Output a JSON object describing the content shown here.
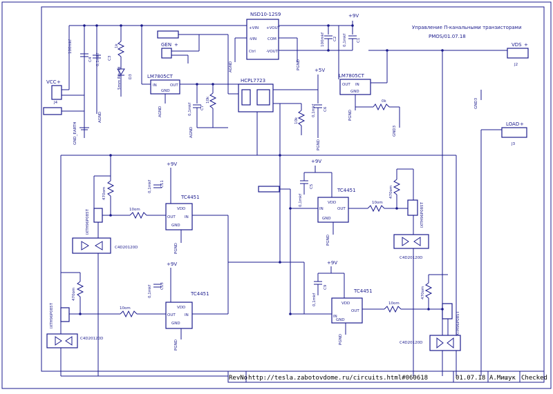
{
  "title": "Управление П-канальными транзисторами",
  "subtitle": "PMOS/01.07.18",
  "title_block": {
    "rev_label": "RevNo",
    "url": "http://tesla.zabotovdome.ru/circuits.html#060618",
    "date": "01.07.18",
    "author": "А.Мишук",
    "checked": "Checked"
  },
  "connectors": {
    "vcc": {
      "name": "VCC",
      "ref": "J4"
    },
    "gen": {
      "name": "GEN"
    },
    "vds": {
      "name": "VDS",
      "ref": "J2"
    },
    "load": {
      "name": "LOAD",
      "ref": "J3"
    },
    "gnd_earth": "GND_EARTH"
  },
  "ics": {
    "nsd": {
      "name": "NSD10-12S9",
      "pins": [
        "+VIN",
        "-VIN",
        "Ctrl",
        "+VOUT",
        "COM",
        "-VOUT"
      ]
    },
    "reg1": {
      "name": "LM7805CT",
      "in": "IN",
      "out": "OUT",
      "gnd": "GND"
    },
    "reg2": {
      "name": "LM7805CT",
      "in": "IN",
      "out": "OUT",
      "gnd": "GND"
    },
    "opto": {
      "name": "HCPL7723"
    },
    "drv1": {
      "name": "TC4451"
    },
    "drv2": {
      "name": "TC4451"
    },
    "drv3": {
      "name": "TC4451"
    },
    "drv4": {
      "name": "TC4451"
    },
    "drv_pins": {
      "vdd": "VDD",
      "gnd": "GND",
      "in": "IN",
      "out": "OUT"
    }
  },
  "parts": {
    "c4": "100mkf",
    "c4_ref": "C4",
    "c3": "0,1mkf",
    "c3_ref": "C3",
    "r1": "1k",
    "d3": "5mm Round",
    "d3_ref": "D3",
    "c7": "0,1mkf",
    "c7_ref": "C7",
    "r10k_a": "10k",
    "r10k_b": "10k",
    "c6": "0,1mkf",
    "c6_ref": "C6",
    "r_ok": "0k",
    "c2a": "100mkf",
    "c2a_ref": "C2",
    "c2b": "0,1mkf",
    "c2b_ref": "C1",
    "c11": "0,1mkf",
    "c11_ref": "C11",
    "c13": "0,1mkf",
    "c13_ref": "C13",
    "c5": "0,1mkf",
    "c5_ref": "C5",
    "c9": "0,1mkf",
    "c9_ref": "C9",
    "r470": "470om",
    "r10om": "10om",
    "mosfet": "IXTH96P085T",
    "diode": "C4D20120D"
  },
  "nets": {
    "p9v": "+9V",
    "p5v": "+5V",
    "agnd": "AGND",
    "pgnd": "PGND",
    "gnd3": "GND3"
  }
}
